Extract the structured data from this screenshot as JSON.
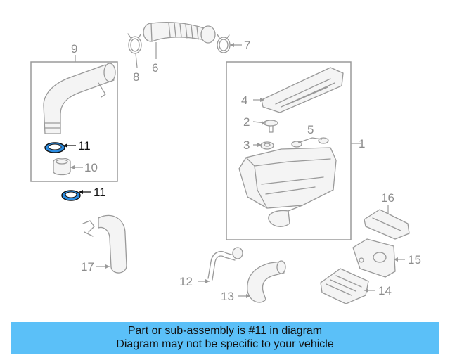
{
  "callouts": {
    "c1": "1",
    "c2": "2",
    "c3": "3",
    "c4": "4",
    "c5": "5",
    "c6": "6",
    "c7": "7",
    "c8": "8",
    "c9": "9",
    "c10": "10",
    "c11a": "11",
    "c11b": "11",
    "c12": "12",
    "c13": "13",
    "c14": "14",
    "c15": "15",
    "c16": "16",
    "c17": "17"
  },
  "highlight_color": "#2a8be0",
  "banner": {
    "color": "#5bc0f8",
    "line1": "Part or sub-assembly is #11 in diagram",
    "line2": "Diagram may not be specific to your vehicle"
  }
}
